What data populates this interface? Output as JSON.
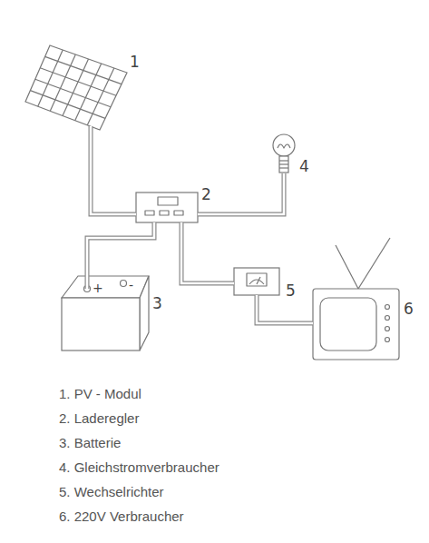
{
  "diagram": {
    "nodes": [
      {
        "text": [
          "1"
        ]
      },
      {
        "text": [
          "4"
        ]
      },
      {
        "text": [
          "2"
        ]
      },
      {
        "text": [
          "+",
          "-",
          "3"
        ]
      },
      {
        "text": [
          "5"
        ]
      },
      {
        "text": [
          "6"
        ]
      }
    ],
    "edges": [
      {
        "from": 0,
        "to": 2,
        "arrow": "none"
      },
      {
        "from": 2,
        "to": 1,
        "arrow": "none"
      },
      {
        "from": 2,
        "to": 3,
        "arrow": "none"
      },
      {
        "from": 2,
        "to": 4,
        "arrow": "none"
      },
      {
        "from": 4,
        "to": 5,
        "arrow": "none"
      }
    ],
    "labels": [
      "1. PV - Modul",
      "2. Laderegler",
      "3. Batterie",
      "4. Gleichstromverbraucher",
      "5. Wechselrichter",
      "6. 220V Verbraucher"
    ]
  }
}
